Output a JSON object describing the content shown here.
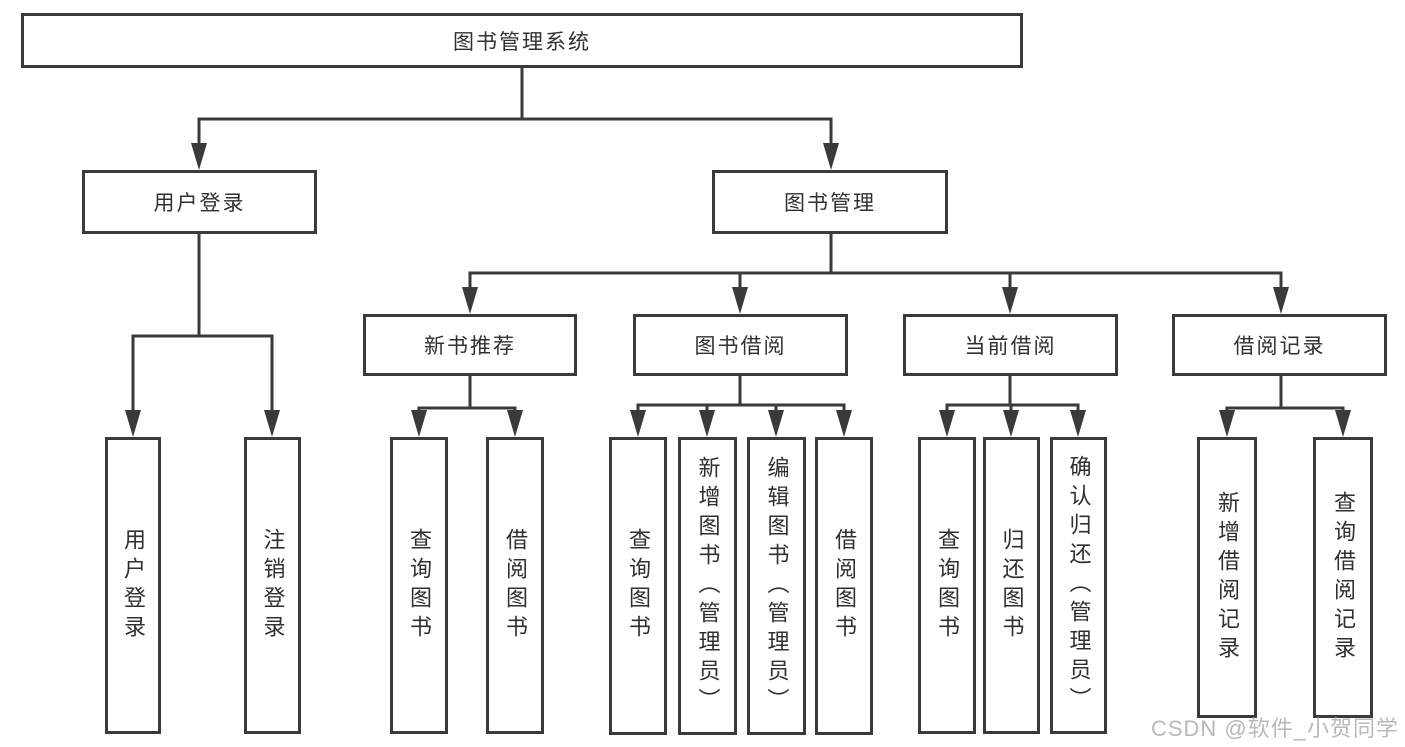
{
  "diagram_title": "图书管理系统",
  "watermark": "CSDN @软件_小贺同学",
  "colors": {
    "line": "#3a3a3a",
    "box_border": "#3a3a3a",
    "box_fill": "#ffffff",
    "text": "#303030",
    "watermark": "#b9b9b9",
    "background": "#ffffff"
  },
  "tree": {
    "label": "图书管理系统",
    "children": [
      {
        "label": "用户登录",
        "children": [
          {
            "label": "用户登录"
          },
          {
            "label": "注销登录"
          }
        ]
      },
      {
        "label": "图书管理",
        "children": [
          {
            "label": "新书推荐",
            "children": [
              {
                "label": "查询图书"
              },
              {
                "label": "借阅图书"
              }
            ]
          },
          {
            "label": "图书借阅",
            "children": [
              {
                "label": "查询图书"
              },
              {
                "label": "新增图书（管理员）"
              },
              {
                "label": "编辑图书（管理员）"
              },
              {
                "label": "借阅图书"
              }
            ]
          },
          {
            "label": "当前借阅",
            "children": [
              {
                "label": "查询图书"
              },
              {
                "label": "归还图书"
              },
              {
                "label": "确认归还（管理员）"
              }
            ]
          },
          {
            "label": "借阅记录",
            "children": [
              {
                "label": "新增借阅记录"
              },
              {
                "label": "查询借阅记录"
              }
            ]
          }
        ]
      }
    ]
  }
}
